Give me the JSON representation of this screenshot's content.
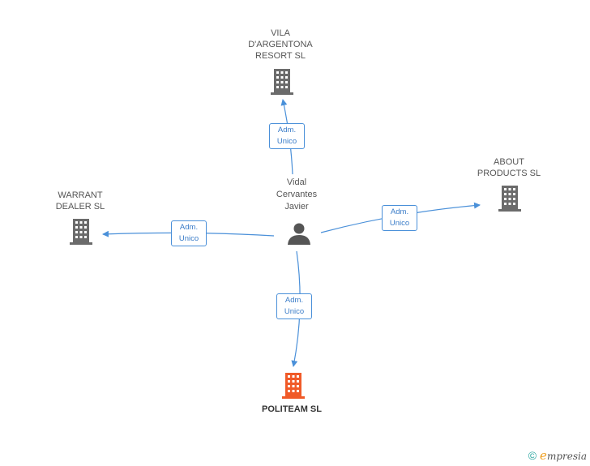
{
  "person": {
    "lines": [
      "Vidal",
      "Cervantes",
      "Javier"
    ],
    "icon": "person-icon"
  },
  "companies": {
    "vila": {
      "lines": [
        "VILA",
        "D'ARGENTONA",
        "RESORT SL"
      ],
      "icon": "building-icon",
      "color": "#6b6b6b"
    },
    "about": {
      "lines": [
        "ABOUT",
        "PRODUCTS SL"
      ],
      "icon": "building-icon",
      "color": "#6b6b6b"
    },
    "warrant": {
      "lines": [
        "WARRANT",
        "DEALER SL"
      ],
      "icon": "building-icon",
      "color": "#6b6b6b"
    },
    "politeam": {
      "lines": [
        "POLITEAM SL"
      ],
      "icon": "building-icon",
      "color": "#f05a28"
    }
  },
  "roles": {
    "vila": [
      "Adm.",
      "Unico"
    ],
    "about": [
      "Adm.",
      "Unico"
    ],
    "warrant": [
      "Adm.",
      "Unico"
    ],
    "politeam": [
      "Adm.",
      "Unico"
    ]
  },
  "colors": {
    "edge": "#4a90d9",
    "building": "#6b6b6b",
    "highlight": "#f05a28"
  },
  "footer": {
    "copyright": "©",
    "brand_initial": "e",
    "brand_rest": "mpresia"
  }
}
